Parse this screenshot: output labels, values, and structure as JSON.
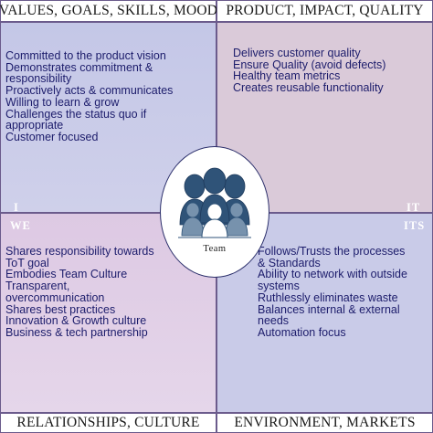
{
  "headers": {
    "top_left": "VALUES, GOALS, SKILLS, MOOD",
    "top_right": "PRODUCT, IMPACT, QUALITY",
    "bottom_left": "RELATIONSHIPS, CULTURE",
    "bottom_right": "ENVIRONMENT, MARKETS"
  },
  "corners": {
    "i": "I",
    "we": "WE",
    "it": "IT",
    "its": "ITS"
  },
  "center": {
    "label": "Team",
    "icon": "team-people-icon"
  },
  "quadrants": {
    "i": [
      "Committed to the product vision",
      "Demonstrates commitment &",
      "responsibility",
      "Proactively acts & communicates",
      "Willing to learn & grow",
      "Challenges the status quo if",
      "appropriate",
      "Customer focused"
    ],
    "it": [
      "Delivers customer quality",
      "Ensure Quality (avoid defects)",
      "Healthy team metrics",
      "Creates reusable functionality"
    ],
    "we": [
      "Shares responsibility towards",
      "ToT goal",
      "Embodies Team Culture",
      "Transparent,",
      "overcommunication",
      "Shares best practices",
      "Innovation & Growth culture",
      "Business & tech partnership"
    ],
    "its": [
      "Follows/Trusts the processes",
      "& Standards",
      " Ability to network with outside",
      "systems",
      "Ruthlessly eliminates waste",
      "Balances internal & external",
      "needs",
      "Automation focus"
    ]
  },
  "colors": {
    "border": "#6b5b8c",
    "text": "#1c1c6b",
    "quadrant_i": "#c7c9e6",
    "quadrant_it": "#dacad9",
    "quadrant_we": "#dfcde4",
    "quadrant_its": "#c9cbe8",
    "icon": "#2f5378"
  }
}
